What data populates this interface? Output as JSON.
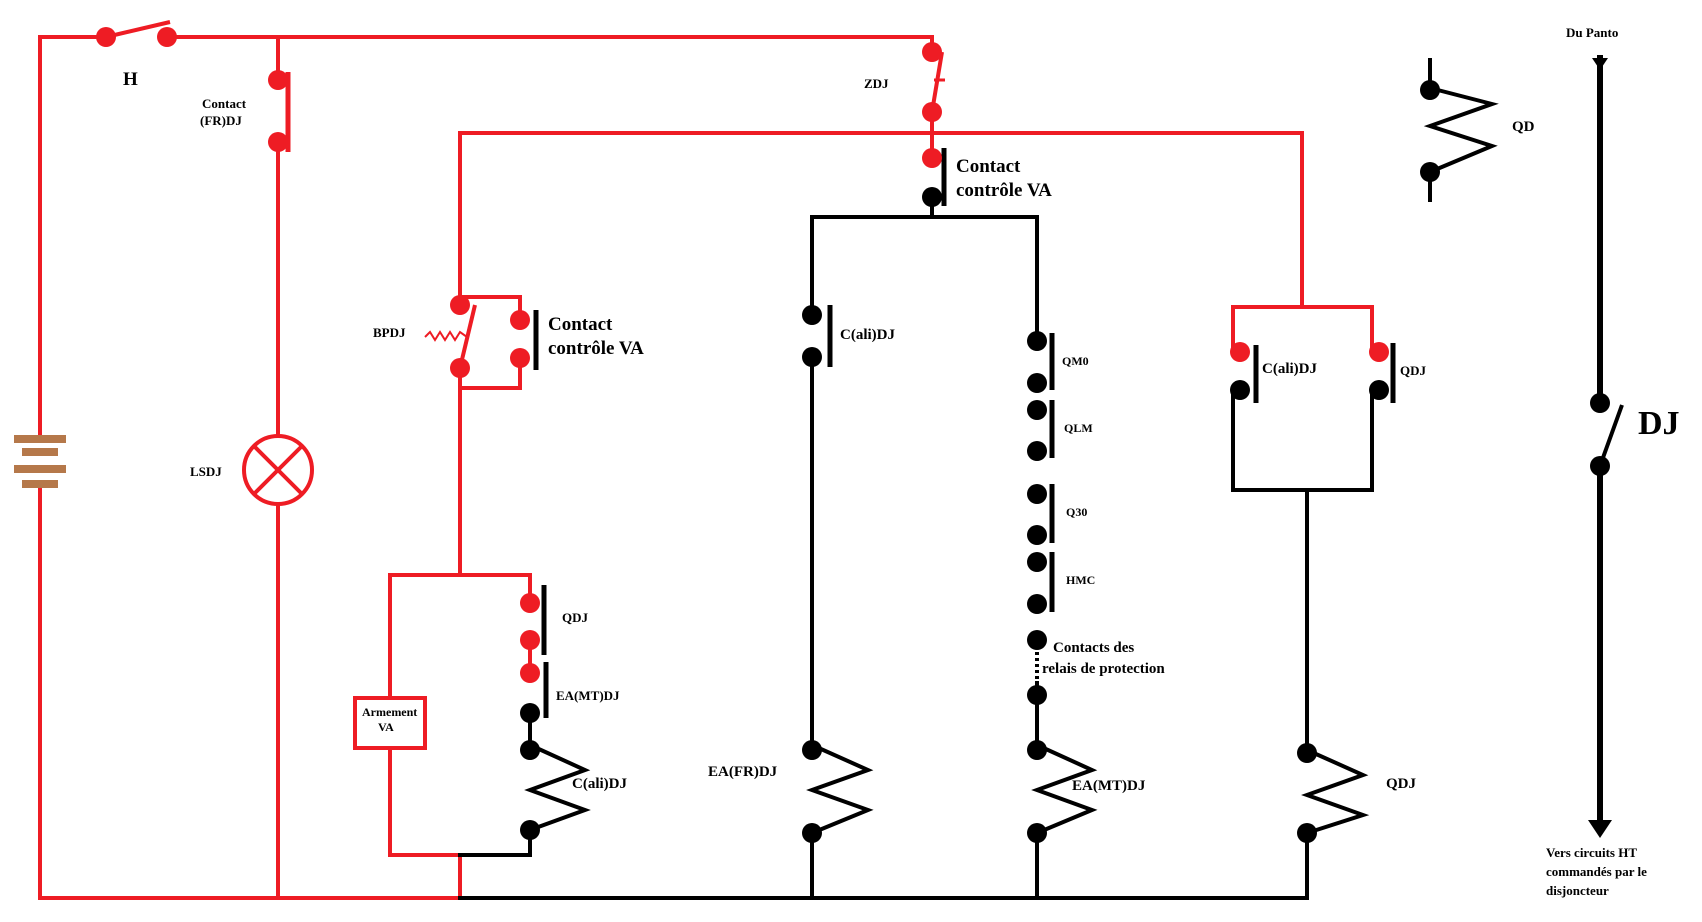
{
  "colors": {
    "energized": "#ee1c24",
    "wire": "#000000",
    "battery": "#b5784a"
  },
  "labels": {
    "h": "H",
    "contact_frdj_1": "Contact",
    "contact_frdj_2": "(FR)DJ",
    "zdj": "ZDJ",
    "lsdj": "LSDJ",
    "bpdj": "BPDJ",
    "va_top_1": "Contact",
    "va_top_2": "contrôle VA",
    "va_mid_1": "Contact",
    "va_mid_2": "contrôle VA",
    "armement_1": "Armement",
    "armement_2": "VA",
    "qdj_left": "QDJ",
    "eamtdj_left": "EA(MT)DJ",
    "calidj_coil": "C(ali)DJ",
    "calidj_col2": "C(ali)DJ",
    "eafrdj": "EA(FR)DJ",
    "qm0": "QM0",
    "qlm": "QLM",
    "q30": "Q30",
    "hmc": "HMC",
    "prot_1": "Contacts des",
    "prot_2": "relais de protection",
    "eamtdj_coil": "EA(MT)DJ",
    "calidj_right": "C(ali)DJ",
    "qdj_right_contact": "QDJ",
    "qdj_coil": "QDJ",
    "qd": "QD",
    "du_panto": "Du Panto",
    "dj": "DJ",
    "vers_1": "Vers circuits HT",
    "vers_2": "commandés par le",
    "vers_3": "disjoncteur"
  }
}
